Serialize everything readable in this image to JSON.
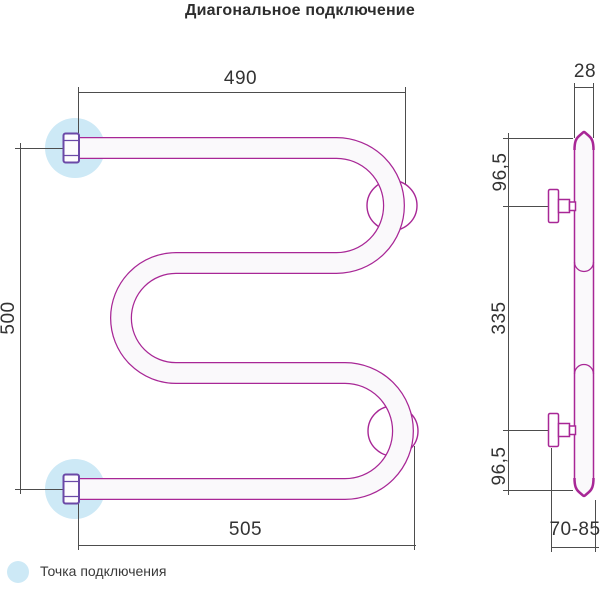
{
  "title": "Диагональное подключение",
  "front_view": {
    "width_top": "490",
    "height": "500",
    "width_bottom": "505"
  },
  "side_view": {
    "depth": "28",
    "top_offset": "96,5",
    "middle_span": "335",
    "bottom_offset": "96,5",
    "wall_distance": "70-85"
  },
  "legend": {
    "connection_point_label": "Точка подключения"
  },
  "colors": {
    "pipe": "#a82796",
    "fitting": "#6b49a7",
    "connection_highlight": "#cde9f6",
    "dimension_lines": "#4d4d4d",
    "text": "#333333"
  }
}
